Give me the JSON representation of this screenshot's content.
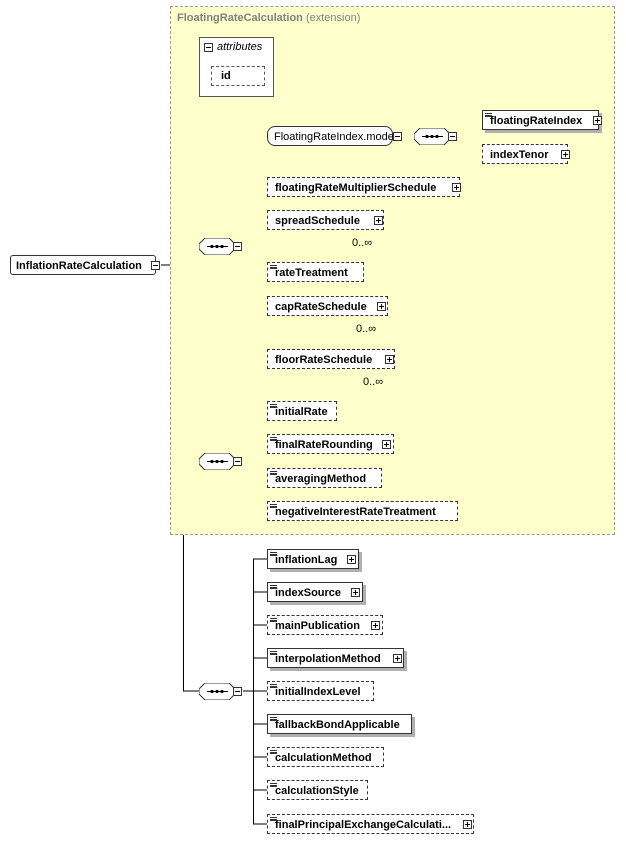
{
  "extension": {
    "title": "FloatingRateCalculation",
    "suffix": " (extension)"
  },
  "attributes": {
    "title": "attributes",
    "items": [
      "id"
    ]
  },
  "root": {
    "label": "InflationRateCalculation"
  },
  "floating_rate_model": {
    "label": "FloatingRateIndex.model",
    "children": [
      "floatingRateIndex",
      "indexTenor"
    ]
  },
  "group1": {
    "items": [
      {
        "label": "floatingRateMultiplierSchedule"
      },
      {
        "label": "spreadSchedule",
        "cardinality": "0..∞"
      },
      {
        "label": "rateTreatment"
      },
      {
        "label": "capRateSchedule",
        "cardinality": "0..∞"
      },
      {
        "label": "floorRateSchedule",
        "cardinality": "0..∞"
      }
    ]
  },
  "group2": {
    "items": [
      {
        "label": "initialRate"
      },
      {
        "label": "finalRateRounding"
      },
      {
        "label": "averagingMethod"
      },
      {
        "label": "negativeInterestRateTreatment"
      }
    ]
  },
  "group3": {
    "items": [
      {
        "label": "inflationLag"
      },
      {
        "label": "indexSource"
      },
      {
        "label": "mainPublication"
      },
      {
        "label": "interpolationMethod"
      },
      {
        "label": "initialIndexLevel"
      },
      {
        "label": "fallbackBondApplicable"
      },
      {
        "label": "calculationMethod"
      },
      {
        "label": "calculationStyle"
      },
      {
        "label": "finalPrincipalExchangeCalculati..."
      }
    ]
  }
}
